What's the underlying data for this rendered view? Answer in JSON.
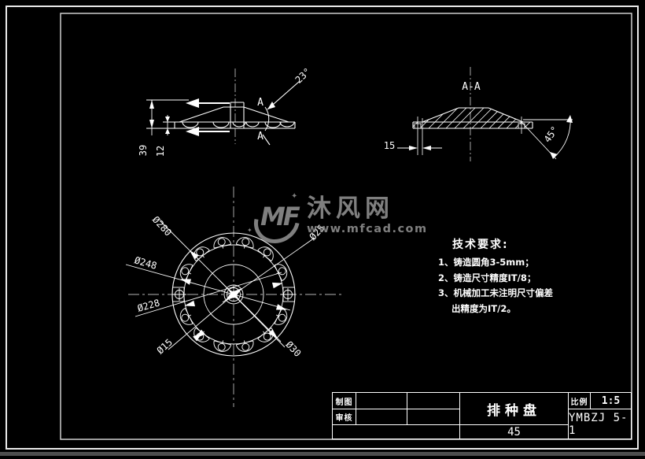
{
  "app": {
    "background": "#000000",
    "line_color": "#ffffff",
    "watermark_color": "#9c9c9c"
  },
  "watermark": {
    "logo": "MF",
    "name": "沐风网",
    "url": "www.mfcad.com",
    "sparkle": "✦"
  },
  "views": {
    "front_section": {
      "dims": {
        "total_height": "39",
        "base_thickness": "12",
        "cone_angle": "23°",
        "cut_label": "A"
      }
    },
    "section_aa": {
      "label": "A-A",
      "dims": {
        "rim_hole": "15",
        "edge_angle": "45°"
      }
    },
    "plan": {
      "dims": {
        "outer_dia": "Ø280",
        "cell_circle_dia": "Ø248",
        "inner_dia": "Ø228",
        "rim_hole_dia": "Ø15",
        "hub_hole_dia": "Ø30",
        "hub_boss_dia": "Ø25"
      }
    }
  },
  "tech_requirements": {
    "title": "技术要求:",
    "items": [
      "1、铸造圆角3-5mm；",
      "2、铸造尺寸精度IT/8；",
      "3、机械加工未注明尺寸偏差",
      "出精度为IT/2。"
    ]
  },
  "title_block": {
    "drafter_label": "制图",
    "checker_label": "审核",
    "part_name": "排种盘",
    "material": "45",
    "scale_label": "比例",
    "scale_value": "1:5",
    "drawing_no": "YMBZJ 5-1"
  }
}
